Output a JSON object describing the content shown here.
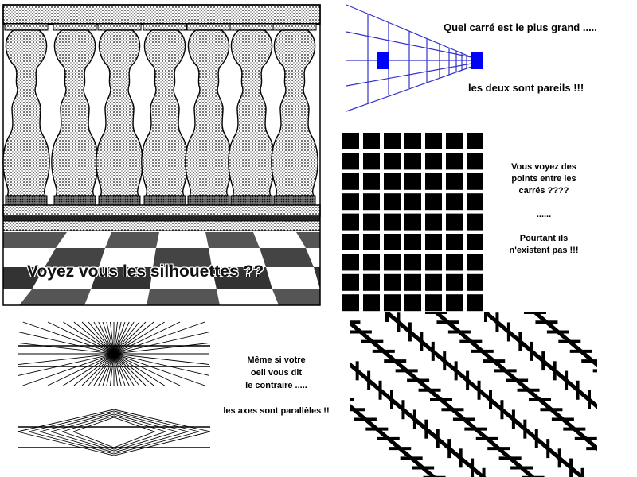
{
  "balusters": {
    "caption": "Voyez vous les silhouettes ??"
  },
  "squares": {
    "question": "Quel carré est le plus grand .....",
    "answer": "les deux sont pareils !!!",
    "colors": {
      "lines": "#3333cc",
      "squares": "#0000ff"
    }
  },
  "grid": {
    "lines": [
      "Vous voyez des",
      "points entre les",
      "carrés ????",
      "......",
      "Pourtant ils",
      "n'existent pas !!!"
    ]
  },
  "parallel": {
    "lines": [
      "Même si votre",
      "oeil vous dit",
      "le contraire .....",
      "",
      "les axes sont parallèles !!"
    ]
  },
  "zollner": {}
}
